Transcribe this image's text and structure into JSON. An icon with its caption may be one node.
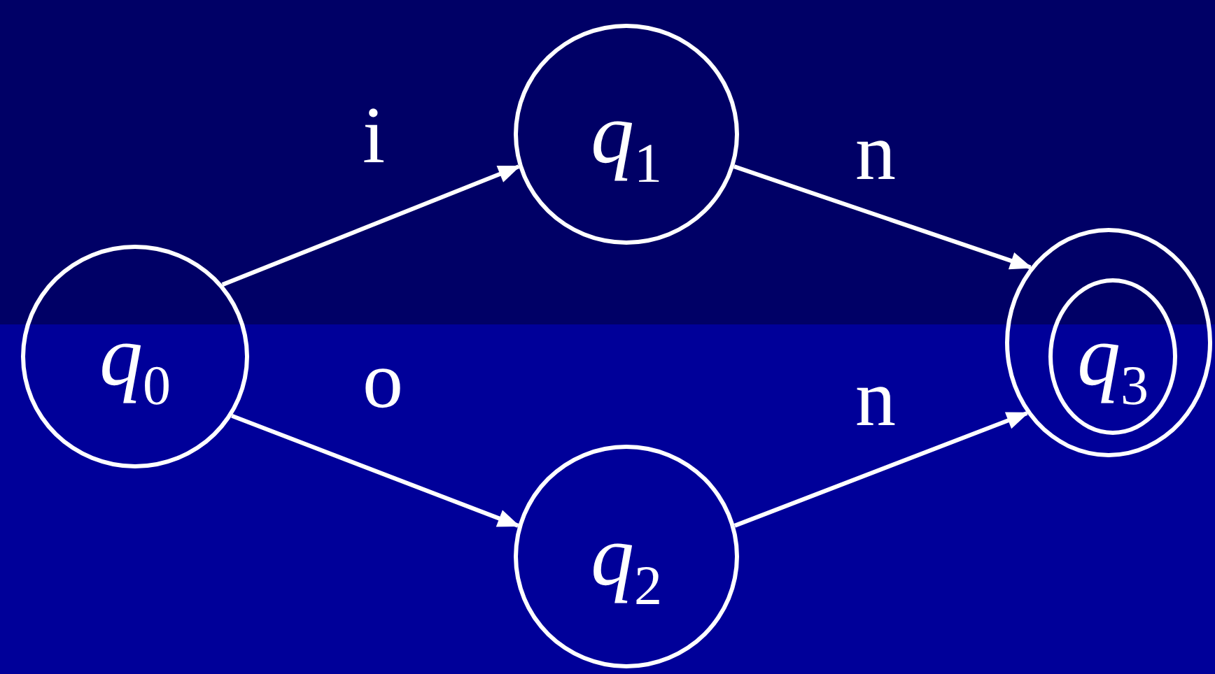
{
  "diagram": {
    "nodes": [
      {
        "text": [
          "q$_{0}$"
        ]
      },
      {
        "text": [
          "q$_{1}$"
        ]
      },
      {
        "text": [
          "q$_{2}$"
        ]
      },
      {
        "text": [],
        "shape": "circle"
      },
      {
        "text": [
          "q$_{3}$"
        ],
        "in": 3
      }
    ],
    "edges": [
      {
        "from": 0,
        "to": 1,
        "arrow": "to",
        "label": "i"
      },
      {
        "from": 1,
        "to": 3,
        "arrow": "to",
        "label": "n"
      },
      {
        "from": 0,
        "to": 2,
        "arrow": "to",
        "label": "o"
      },
      {
        "from": 2,
        "to": 3,
        "arrow": "to",
        "label": "n"
      }
    ]
  }
}
